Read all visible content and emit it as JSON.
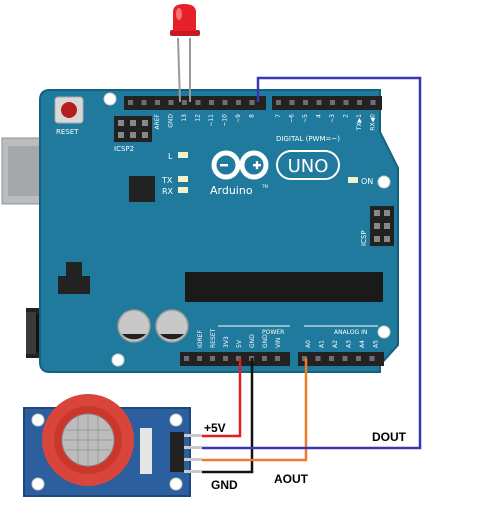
{
  "board": {
    "reset_label": "RESET",
    "icsp2_label": "ICSP2",
    "icsp_label": "ICSP",
    "led_l_label": "L",
    "tx_label": "TX",
    "rx_label": "RX",
    "on_label": "ON",
    "brand_label": "Arduino",
    "trademark": "TM",
    "model_label": "UNO",
    "digital_label": "DIGITAL (PWM=~)",
    "power_label": "POWER",
    "analog_label": "ANALOG IN",
    "top_header_pins": [
      "AREF",
      "GND",
      "13",
      "12",
      "~11",
      "~10",
      "~9",
      "8",
      "7",
      "~6",
      "~5",
      "4",
      "~3",
      "2",
      "TX▶1",
      "RX◀0"
    ],
    "power_pins": [
      "IOREF",
      "RESET",
      "3V3",
      "5V",
      "GND",
      "GND",
      "VIN"
    ],
    "analog_pins": [
      "A0",
      "A1",
      "A2",
      "A3",
      "A4",
      "A5"
    ]
  },
  "wires": {
    "vcc_label": "+5V",
    "gnd_label": "GND",
    "aout_label": "AOUT",
    "dout_label": "DOUT"
  },
  "colors": {
    "board": "#1f7a9d",
    "board_edge": "#16607d",
    "header": "#222222",
    "led": "#e8202a",
    "wire_vcc": "#e02020",
    "wire_gnd": "#111111",
    "wire_aout": "#f07a2a",
    "wire_dout": "#3a35b0",
    "sensor_board": "#2b5f9e",
    "sensor_cap": "#d9453a"
  }
}
